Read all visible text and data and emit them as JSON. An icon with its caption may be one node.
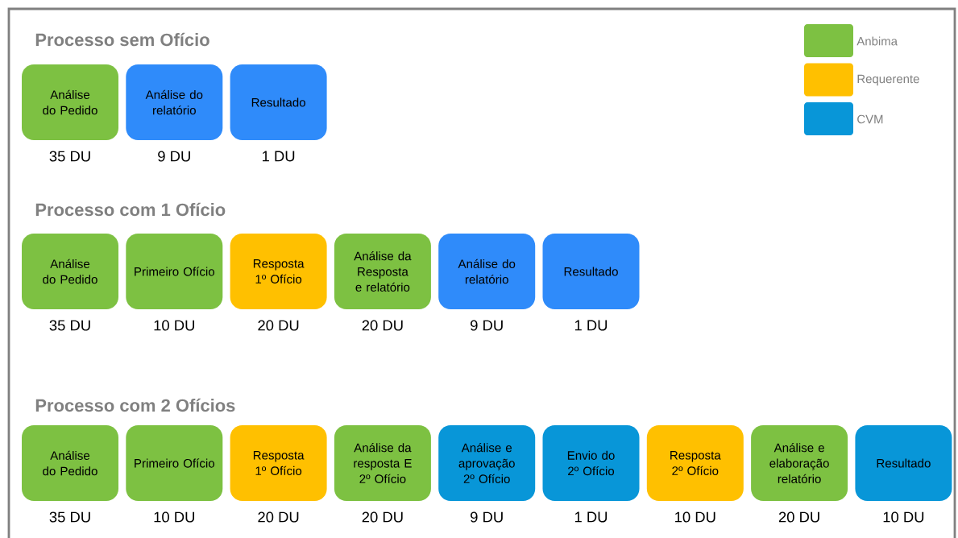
{
  "diagram": {
    "nodes": [
      {
        "text": [
          "Análise do Pedido"
        ],
        "beside": [
          "35 DU"
        ]
      },
      {
        "text": [
          "Análise do relatório"
        ],
        "beside": [
          "9 DU"
        ]
      },
      {
        "text": [
          "Resultado"
        ],
        "beside": [
          "1 DU"
        ]
      },
      {
        "text": [
          "Análise do Pedido"
        ],
        "beside": [
          "35 DU"
        ]
      },
      {
        "text": [
          "Primeiro Ofício"
        ],
        "beside": [
          "10 DU"
        ]
      },
      {
        "text": [
          "Resposta 1º Ofício"
        ],
        "beside": [
          "20 DU"
        ]
      },
      {
        "text": [
          "Análise da Resposta e relatório"
        ],
        "beside": [
          "20 DU"
        ]
      },
      {
        "text": [
          "Análise do relatório"
        ],
        "beside": [
          "9 DU"
        ]
      },
      {
        "text": [
          "Resultado"
        ],
        "beside": [
          "1 DU"
        ]
      },
      {
        "text": [
          "Análise do Pedido"
        ],
        "beside": [
          "35 DU"
        ]
      },
      {
        "text": [
          "Primeiro Ofício"
        ],
        "beside": [
          "10 DU"
        ]
      },
      {
        "text": [
          "Resposta 1º Ofício"
        ],
        "beside": [
          "20 DU"
        ]
      },
      {
        "text": [
          "Análise da resposta E 2º Ofício"
        ],
        "beside": [
          "20 DU"
        ]
      },
      {
        "text": [
          "Análise e aprovação 2º Ofício"
        ],
        "beside": [
          "9 DU"
        ]
      },
      {
        "text": [
          "Envio do 2º Ofício"
        ],
        "beside": [
          "1 DU"
        ]
      },
      {
        "text": [
          "Resposta 2º Ofício"
        ],
        "beside": [
          "10 DU"
        ]
      },
      {
        "text": [
          "Análise e elaboração relatório"
        ],
        "beside": [
          "20 DU"
        ]
      },
      {
        "text": [
          "Resultado"
        ],
        "beside": [
          "10 DU"
        ]
      }
    ],
    "labels": [
      "Processo sem Ofício",
      "Processo com 1 Ofício",
      "Processo com 2 Ofícios"
    ],
    "legend": [
      {
        "text": "Anbima",
        "color": "#7dc142"
      },
      {
        "text": "Requerente",
        "color": "#ffc000"
      },
      {
        "text": "CVM",
        "color": "#0896d8"
      }
    ]
  }
}
